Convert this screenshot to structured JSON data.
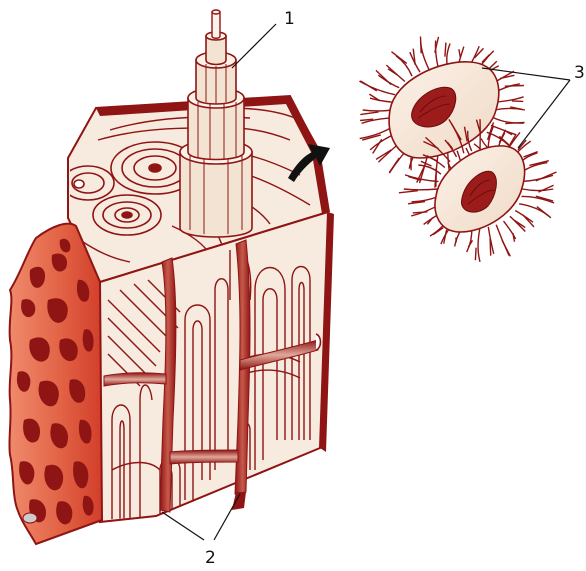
{
  "callouts": [
    {
      "id": "1",
      "text": "1"
    },
    {
      "id": "2",
      "text": "2"
    },
    {
      "id": "3",
      "text": "3"
    }
  ],
  "colors": {
    "line": "#8f1414",
    "dark_red": "#8f1414",
    "bone_fill": "#f6ebde",
    "bone_fill_light": "#fbf3ea",
    "spongy_fill": "#e56f52",
    "spongy_deep": "#d3462f",
    "vessel": "#b6483c",
    "nucleus": "#9c1c1c",
    "leader": "#111111"
  }
}
